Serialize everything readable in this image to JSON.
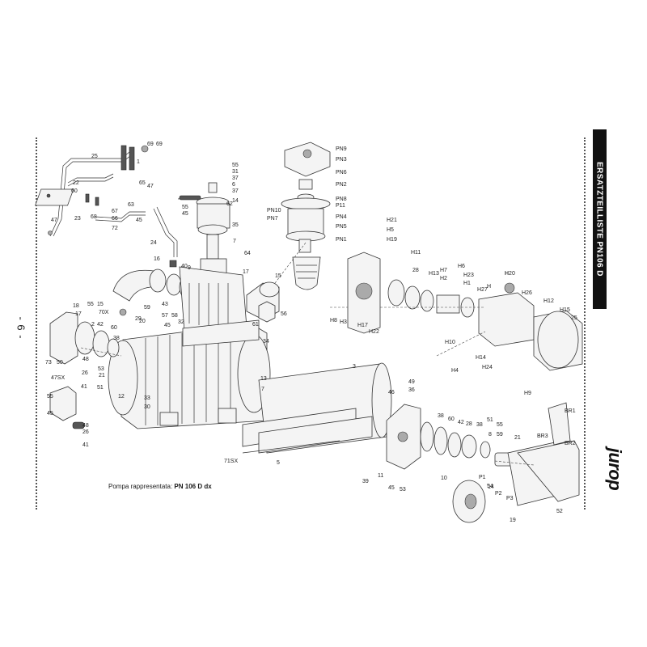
{
  "page_number": "- 6 -",
  "sidebar": {
    "title": "ERSATZTEILLISTE  PN106 D"
  },
  "brand": {
    "logo_text": "jurop"
  },
  "caption": {
    "prefix": "Pompa  rappresentata:",
    "model": "PN 106 D dx"
  },
  "part_labels": [
    "69",
    "69",
    "25",
    "1",
    "22",
    "65",
    "47",
    "60",
    "68",
    "67",
    "63",
    "66",
    "72",
    "45",
    "47",
    "23",
    "24",
    "16",
    "40",
    "9",
    "64",
    "17",
    "7",
    "62",
    "35",
    "14",
    "37",
    "6",
    "37",
    "34",
    "31",
    "55",
    "45",
    "55",
    "PN9",
    "PN3",
    "PN6",
    "PN2",
    "PN8",
    "PN10",
    "PN7",
    "P11",
    "PN4",
    "PN5",
    "PN1",
    "15",
    "56",
    "61",
    "18",
    "55",
    "15",
    "70X",
    "2",
    "42",
    "60",
    "38",
    "48",
    "17",
    "50",
    "73",
    "26",
    "47SX",
    "41",
    "53",
    "51",
    "21",
    "12",
    "33",
    "30",
    "55",
    "45",
    "48",
    "26",
    "41",
    "43",
    "57",
    "58",
    "29",
    "20",
    "59",
    "45",
    "32",
    "13",
    "3",
    "46",
    "49",
    "36",
    "7",
    "71SX",
    "5",
    "38",
    "60",
    "42",
    "28",
    "38",
    "51",
    "55",
    "8",
    "59",
    "21",
    "39",
    "11",
    "45",
    "53",
    "10",
    "H21",
    "H5",
    "H19",
    "H11",
    "28",
    "H13",
    "H7",
    "H2",
    "H6",
    "H23",
    "H1",
    "H20",
    "H27",
    "H26",
    "H12",
    "H15",
    "25",
    "H8",
    "H3",
    "H17",
    "H22",
    "H10",
    "H4",
    "H14",
    "H24",
    "H9",
    "BR1",
    "BR3",
    "BR2",
    "P1",
    "54",
    "P2",
    "P3",
    "19",
    "52",
    "14",
    "H",
    "H"
  ]
}
